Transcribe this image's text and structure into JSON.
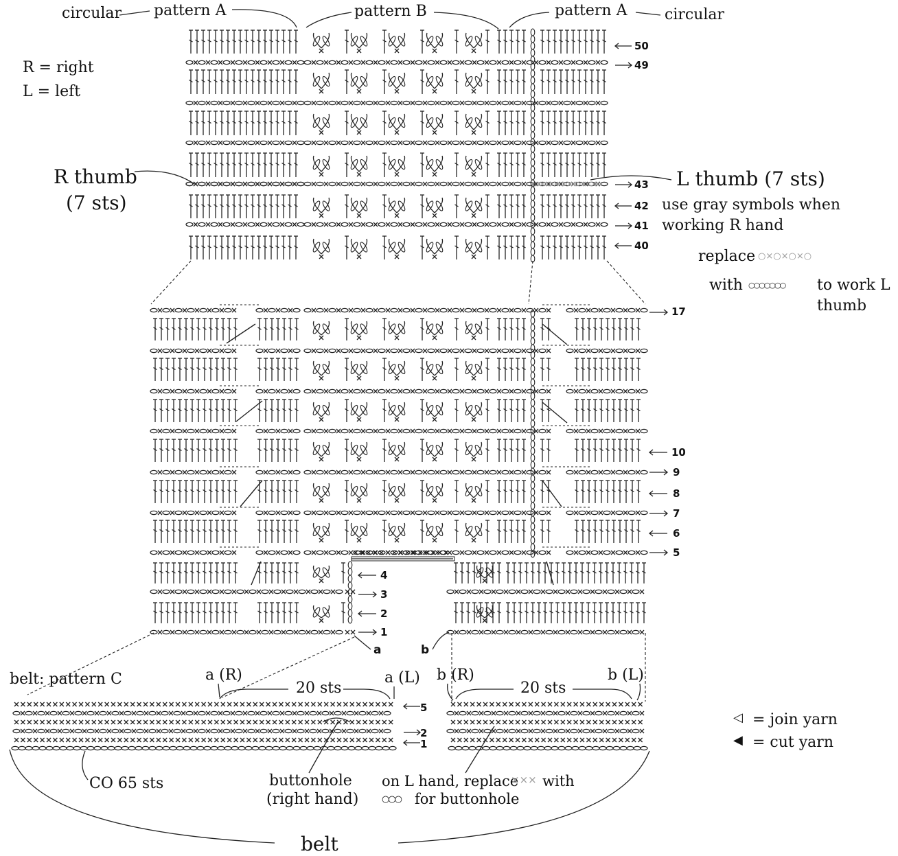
{
  "top_labels": {
    "circular_left": "circular",
    "pattern_a_left": "pattern A",
    "pattern_b": "pattern B",
    "pattern_a_right": "pattern A",
    "circular_right": "circular"
  },
  "legend_hands": {
    "r": "R = right",
    "l": "L = left"
  },
  "thumbs": {
    "r_thumb": "R thumb",
    "r_thumb_sts": "(7 sts)",
    "l_thumb": "L thumb (7 sts)",
    "gray_note_1": "use gray symbols when",
    "gray_note_2": "working R hand",
    "replace": "replace",
    "replace_symbols": "○×○×○×○",
    "with": "with",
    "with_symbols": "○○○○○○○",
    "to_work_l": "to work L",
    "thumb_word": "thumb"
  },
  "row_numbers_top": [
    "50",
    "49",
    "43",
    "42",
    "41",
    "40"
  ],
  "row_numbers_mid": [
    "17",
    "10",
    "9",
    "8",
    "7",
    "6",
    "5",
    "4",
    "3",
    "2",
    "1"
  ],
  "markers": {
    "a": "a",
    "b": "b"
  },
  "belt": {
    "pattern_c": "belt: pattern C",
    "a_r": "a (R)",
    "a_l": "a (L)",
    "b_r": "b (R)",
    "b_l": "b (L)",
    "sts_left": "20 sts",
    "sts_right": "20 sts",
    "row_numbers": [
      "5",
      "2",
      "1"
    ],
    "co": "CO 65 sts",
    "buttonhole_1": "buttonhole",
    "buttonhole_2": "(right hand)",
    "l_hand_1": "on L hand, replace",
    "l_hand_sym": "×××",
    "l_hand_with": "with",
    "l_hand_2_sym": "○○○",
    "l_hand_2": "for buttonhole",
    "belt": "belt"
  },
  "yarn_legend": {
    "join_sym": "◁",
    "join": "= join yarn",
    "cut_sym": "◀",
    "cut": "= cut yarn"
  }
}
